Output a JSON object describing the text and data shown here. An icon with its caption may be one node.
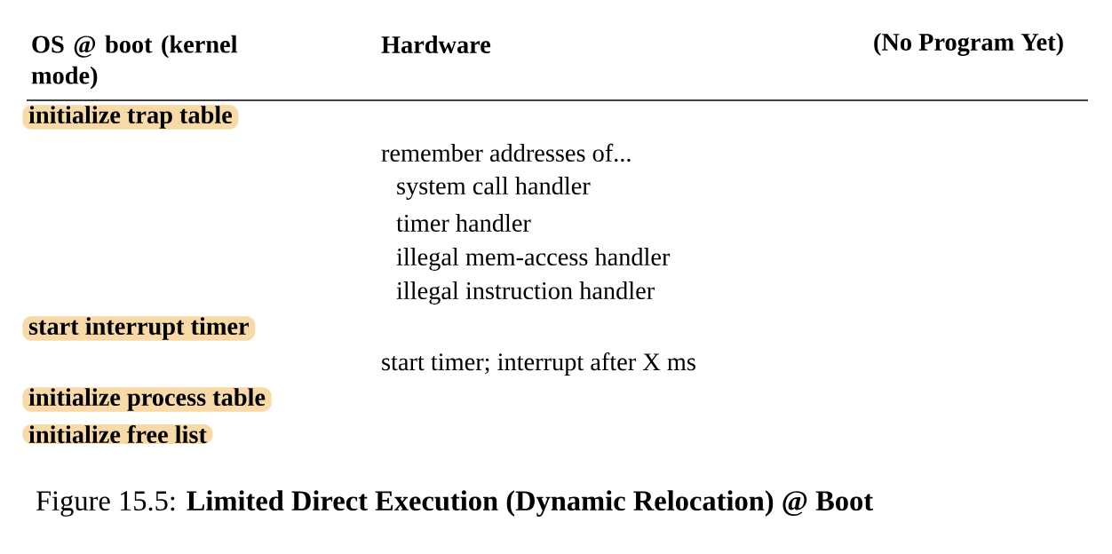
{
  "diagram": {
    "caption": "Figure 15.5: **Limited Direct Execution (Dynamic Relocation) @ Boot**",
    "nodes": [
      {
        "text": [
          "initialize trap table"
        ]
      },
      {
        "text": [
          "start interrupt timer"
        ]
      },
      {
        "text": [
          "initialize process table"
        ]
      },
      {
        "text": [
          "initialize free list"
        ]
      }
    ],
    "labels": [
      "OS @ boot (kernel mode)",
      "Hardware",
      "(No Program Yet)",
      "remember addresses of...",
      "system call handler",
      "timer handler",
      "illegal mem-access handler",
      "illegal instruction handler",
      "start timer; interrupt after X ms"
    ]
  }
}
